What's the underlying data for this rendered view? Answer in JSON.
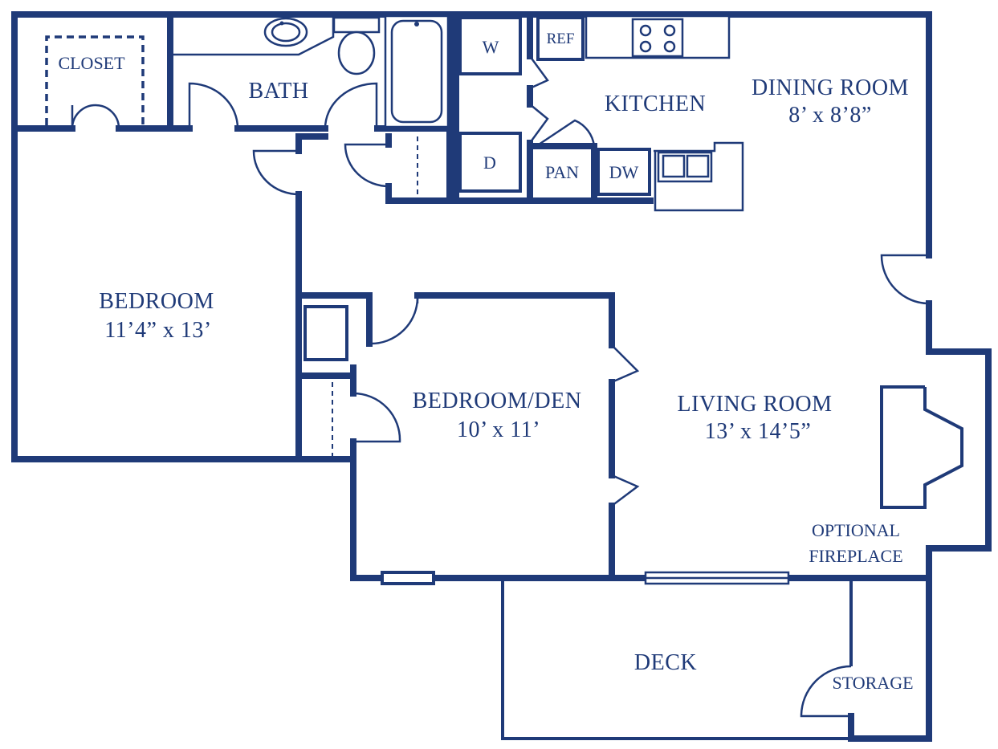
{
  "rooms": {
    "closet": "CLOSET",
    "bath": "BATH",
    "kitchen": "KITCHEN",
    "dining_name": "DINING ROOM",
    "dining_size": "8’ x 8’8”",
    "bedroom_name": "BEDROOM",
    "bedroom_size": "11’4” x 13’",
    "den_name": "BEDROOM/DEN",
    "den_size": "10’ x 11’",
    "living_name": "LIVING ROOM",
    "living_size": "13’ x 14’5”",
    "fireplace_line1": "OPTIONAL",
    "fireplace_line2": "FIREPLACE",
    "deck": "DECK",
    "storage": "STORAGE"
  },
  "appliances": {
    "washer": "W",
    "dryer": "D",
    "refrigerator": "REF",
    "pantry": "PAN",
    "dishwasher": "DW"
  },
  "colors": {
    "ink": "#1f3a78",
    "background": "#ffffff"
  }
}
